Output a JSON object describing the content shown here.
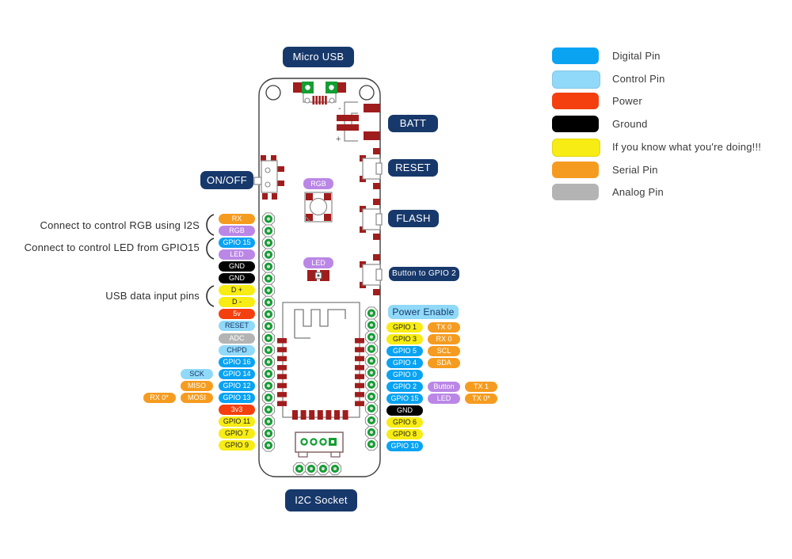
{
  "colors": {
    "digital": {
      "bg": "#0AA3F2",
      "fg": "#FFFFFF"
    },
    "control": {
      "bg": "#90D9F8",
      "fg": "#17386B"
    },
    "power": {
      "bg": "#F4400E",
      "fg": "#FFFFFF"
    },
    "ground": {
      "bg": "#000000",
      "fg": "#FFFFFF"
    },
    "caution": {
      "bg": "#F7EC13",
      "fg": "#1E1E1E"
    },
    "serial": {
      "bg": "#F59C20",
      "fg": "#FFFFFF"
    },
    "analog": {
      "bg": "#B4B4B4",
      "fg": "#FFFFFF"
    },
    "special": {
      "bg": "#BB87E6",
      "fg": "#FFFFFF"
    },
    "callout_bg": "#17386B",
    "callout_fg": "#FFFFFF",
    "board_green": "#149E33",
    "pad_red": "#A01D1D"
  },
  "callouts": {
    "micro_usb": "Micro USB",
    "batt": "BATT",
    "reset": "RESET",
    "flash": "FLASH",
    "button_gpio2": "Button to GPIO 2",
    "power_enable": "Power Enable",
    "on_off": "ON/OFF",
    "i2c_socket": "I2C Socket"
  },
  "board_labels": {
    "rgb": "RGB",
    "led": "LED"
  },
  "annotations": [
    {
      "text": "Connect to control RGB using I2S"
    },
    {
      "text": "Connect to control LED from GPIO15"
    },
    {
      "text": "USB data input pins"
    }
  ],
  "legend": {
    "items": [
      {
        "label": "Digital Pin",
        "type": "digital"
      },
      {
        "label": "Control Pin",
        "type": "control"
      },
      {
        "label": "Power",
        "type": "power"
      },
      {
        "label": "Ground",
        "type": "ground"
      },
      {
        "label": "If you know what you're doing!!!",
        "type": "caution"
      },
      {
        "label": "Serial Pin",
        "type": "serial"
      },
      {
        "label": "Analog Pin",
        "type": "analog"
      }
    ]
  },
  "pins": {
    "left": [
      {
        "label": "RX",
        "type": "serial"
      },
      {
        "label": "RGB",
        "type": "special"
      },
      {
        "label": "GPIO 15",
        "type": "digital"
      },
      {
        "label": "LED",
        "type": "special"
      },
      {
        "label": "GND",
        "type": "ground"
      },
      {
        "label": "GND",
        "type": "ground"
      },
      {
        "label": "D +",
        "type": "caution"
      },
      {
        "label": "D -",
        "type": "caution"
      },
      {
        "label": "5v",
        "type": "power"
      },
      {
        "label": "RESET",
        "type": "control"
      },
      {
        "label": "ADC",
        "type": "analog"
      },
      {
        "label": "CHPD",
        "type": "control"
      },
      {
        "label": "GPIO 16",
        "type": "digital"
      },
      {
        "label": "GPIO 14",
        "type": "digital",
        "extras": [
          {
            "label": "SCK",
            "type": "control"
          }
        ]
      },
      {
        "label": "GPIO 12",
        "type": "digital",
        "extras": [
          {
            "label": "MISO",
            "type": "serial"
          }
        ]
      },
      {
        "label": "GPIO 13",
        "type": "digital",
        "extras": [
          {
            "label": "MOSI",
            "type": "serial"
          },
          {
            "label": "RX 0*",
            "type": "serial"
          }
        ]
      },
      {
        "label": "3v3",
        "type": "power"
      },
      {
        "label": "GPIO 11",
        "type": "caution"
      },
      {
        "label": "GPIO 7",
        "type": "caution"
      },
      {
        "label": "GPIO 9",
        "type": "caution"
      }
    ],
    "right": [
      {
        "label": "GPIO 1",
        "type": "caution",
        "extras": [
          {
            "label": "TX 0",
            "type": "serial"
          }
        ]
      },
      {
        "label": "GPIO 3",
        "type": "caution",
        "extras": [
          {
            "label": "RX 0",
            "type": "serial"
          }
        ]
      },
      {
        "label": "GPIO 5",
        "type": "digital",
        "extras": [
          {
            "label": "SCL",
            "type": "serial"
          }
        ]
      },
      {
        "label": "GPIO 4",
        "type": "digital",
        "extras": [
          {
            "label": "SDA",
            "type": "serial"
          }
        ]
      },
      {
        "label": "GPIO 0",
        "type": "digital"
      },
      {
        "label": "GPIO 2",
        "type": "digital",
        "extras": [
          {
            "label": "Button",
            "type": "special"
          },
          {
            "label": "TX 1",
            "type": "serial"
          }
        ]
      },
      {
        "label": "GPIO 15",
        "type": "digital",
        "extras": [
          {
            "label": "LED",
            "type": "special"
          },
          {
            "label": "TX 0*",
            "type": "serial"
          }
        ]
      },
      {
        "label": "GND",
        "type": "ground"
      },
      {
        "label": "GPIO 6",
        "type": "caution"
      },
      {
        "label": "GPIO 8",
        "type": "caution"
      },
      {
        "label": "GPIO 10",
        "type": "digital"
      }
    ]
  }
}
